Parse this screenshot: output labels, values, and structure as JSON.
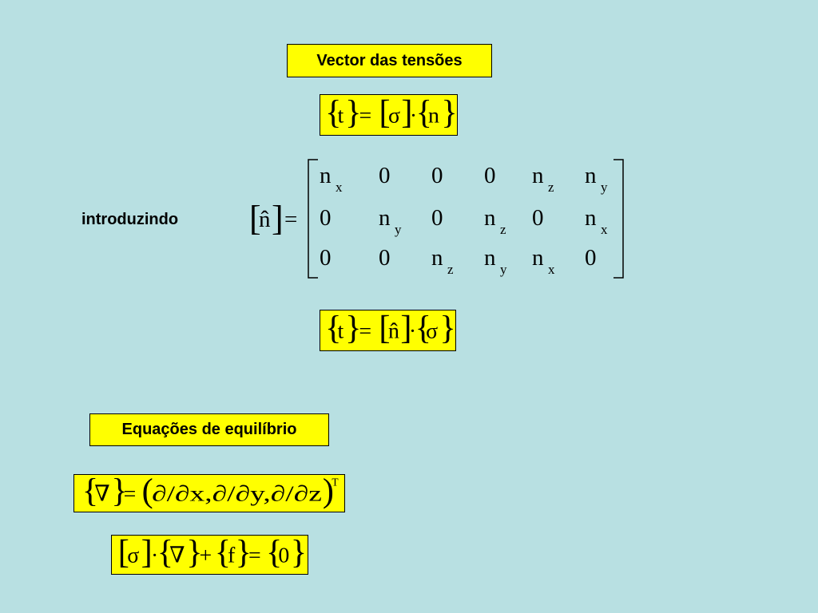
{
  "headings": {
    "stress_vector": "Vector das tensões",
    "introducing": "introduzindo",
    "equilibrium": "Equações de equilíbrio"
  },
  "equations": {
    "eq1": {
      "t": "t",
      "eq": "=",
      "sigma": "σ",
      "dot": "·",
      "n": "n"
    },
    "nhat_lhs": {
      "nhat": "n̂",
      "eq": "="
    },
    "eq2": {
      "t": "t",
      "eq": "=",
      "nhat": "n̂",
      "dot": "·",
      "sigma": "σ"
    },
    "nabla_def": {
      "nabla": "∇",
      "eq": "=",
      "body": "∂/∂x,∂/∂y,∂/∂z",
      "sup": "T"
    },
    "equilibrium": {
      "sigma": "σ",
      "dot": "·",
      "nabla": "∇",
      "plus": "+",
      "f": "f",
      "eq": "=",
      "zero": "0"
    }
  },
  "matrix": {
    "rows": [
      [
        {
          "b": "n",
          "s": "x"
        },
        {
          "b": "0",
          "s": ""
        },
        {
          "b": "0",
          "s": ""
        },
        {
          "b": "0",
          "s": ""
        },
        {
          "b": "n",
          "s": "z"
        },
        {
          "b": "n",
          "s": "y"
        }
      ],
      [
        {
          "b": "0",
          "s": ""
        },
        {
          "b": "n",
          "s": "y"
        },
        {
          "b": "0",
          "s": ""
        },
        {
          "b": "n",
          "s": "z"
        },
        {
          "b": "0",
          "s": ""
        },
        {
          "b": "n",
          "s": "x"
        }
      ],
      [
        {
          "b": "0",
          "s": ""
        },
        {
          "b": "0",
          "s": ""
        },
        {
          "b": "n",
          "s": "z"
        },
        {
          "b": "n",
          "s": "y"
        },
        {
          "b": "n",
          "s": "x"
        },
        {
          "b": "0",
          "s": ""
        }
      ]
    ]
  },
  "colors": {
    "background": "#b8e0e2",
    "box": "#ffff00"
  }
}
